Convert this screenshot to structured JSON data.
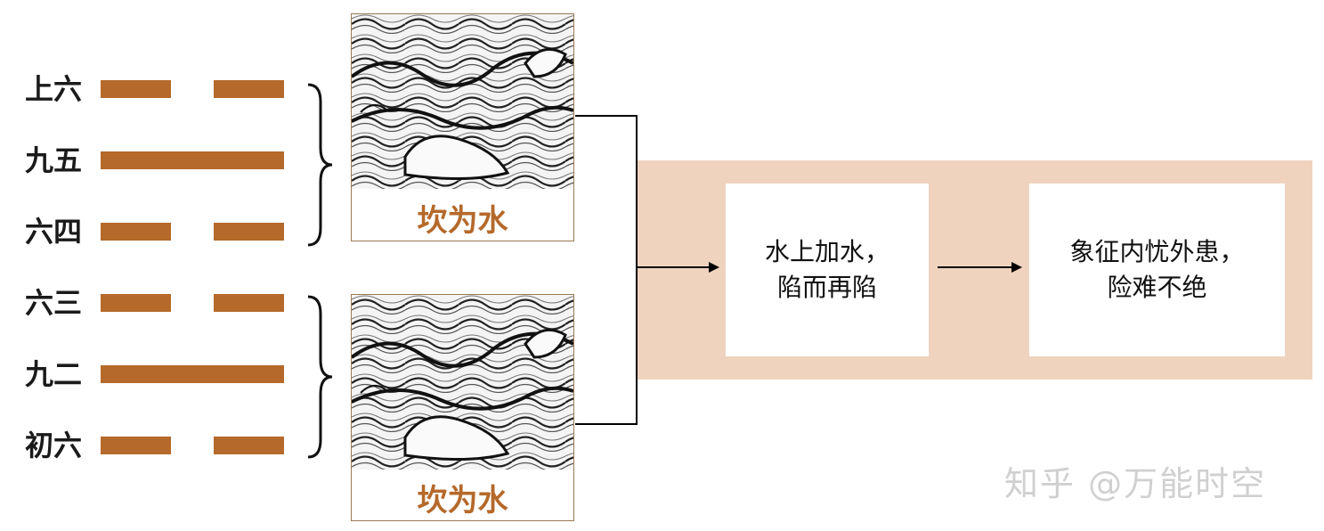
{
  "lines": [
    {
      "label": "上六",
      "type": "yin"
    },
    {
      "label": "九五",
      "type": "yang"
    },
    {
      "label": "六四",
      "type": "yin"
    },
    {
      "label": "六三",
      "type": "yin"
    },
    {
      "label": "九二",
      "type": "yang"
    },
    {
      "label": "初六",
      "type": "yin"
    }
  ],
  "trigrams": {
    "upper": {
      "caption": "坎为水"
    },
    "lower": {
      "caption": "坎为水"
    }
  },
  "results": {
    "first": {
      "line1": "水上加水，",
      "line2": "陷而再陷"
    },
    "second": {
      "line1": "象征内忧外患，",
      "line2": "险难不绝"
    }
  },
  "watermark": "知乎 @万能时空",
  "colors": {
    "yao": "#b5692a",
    "caption": "#b5692a",
    "band": "#efd3bf",
    "card": "#ffffff"
  },
  "icons": [
    "curly-brace-icon",
    "arrow-right-icon",
    "wave-illustration-icon"
  ]
}
